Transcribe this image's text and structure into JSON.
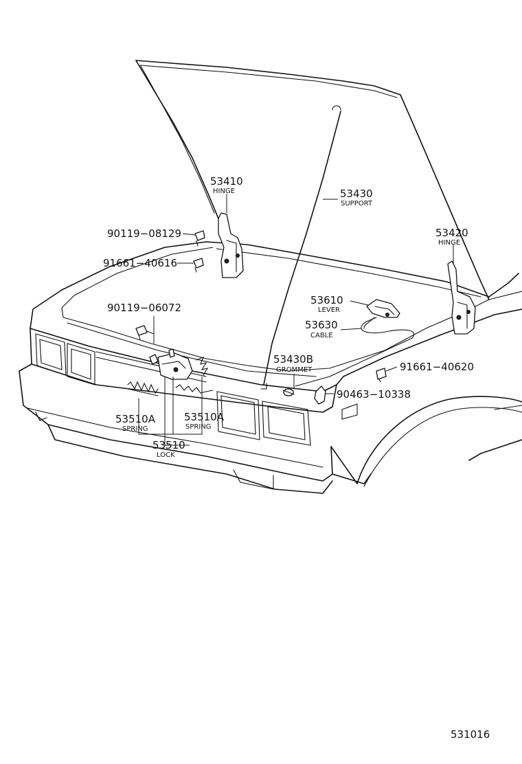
{
  "diagram": {
    "callouts": [
      {
        "id": "hinge-lh",
        "number": "53410",
        "name": "HINGE"
      },
      {
        "id": "support",
        "number": "53430",
        "name": "SUPPORT"
      },
      {
        "id": "hinge-rh",
        "number": "53420",
        "name": "HINGE"
      },
      {
        "id": "bolt-a",
        "number": "90119−08129",
        "name": ""
      },
      {
        "id": "nut-a",
        "number": "91661−40616",
        "name": ""
      },
      {
        "id": "bolt-b",
        "number": "90119−06072",
        "name": ""
      },
      {
        "id": "lever",
        "number": "53610",
        "name": "LEVER"
      },
      {
        "id": "cable",
        "number": "53630",
        "name": "CABLE"
      },
      {
        "id": "grommet",
        "number": "53430B",
        "name": "GROMMET"
      },
      {
        "id": "nut-b",
        "number": "91661−40620",
        "name": ""
      },
      {
        "id": "clip",
        "number": "90463−10338",
        "name": ""
      },
      {
        "id": "spring-left",
        "number": "53510A",
        "name": "SPRING"
      },
      {
        "id": "spring-right",
        "number": "53510A",
        "name": "SPRING"
      },
      {
        "id": "lock",
        "number": "53510",
        "name": "LOCK"
      }
    ],
    "figure_code": "531016"
  }
}
